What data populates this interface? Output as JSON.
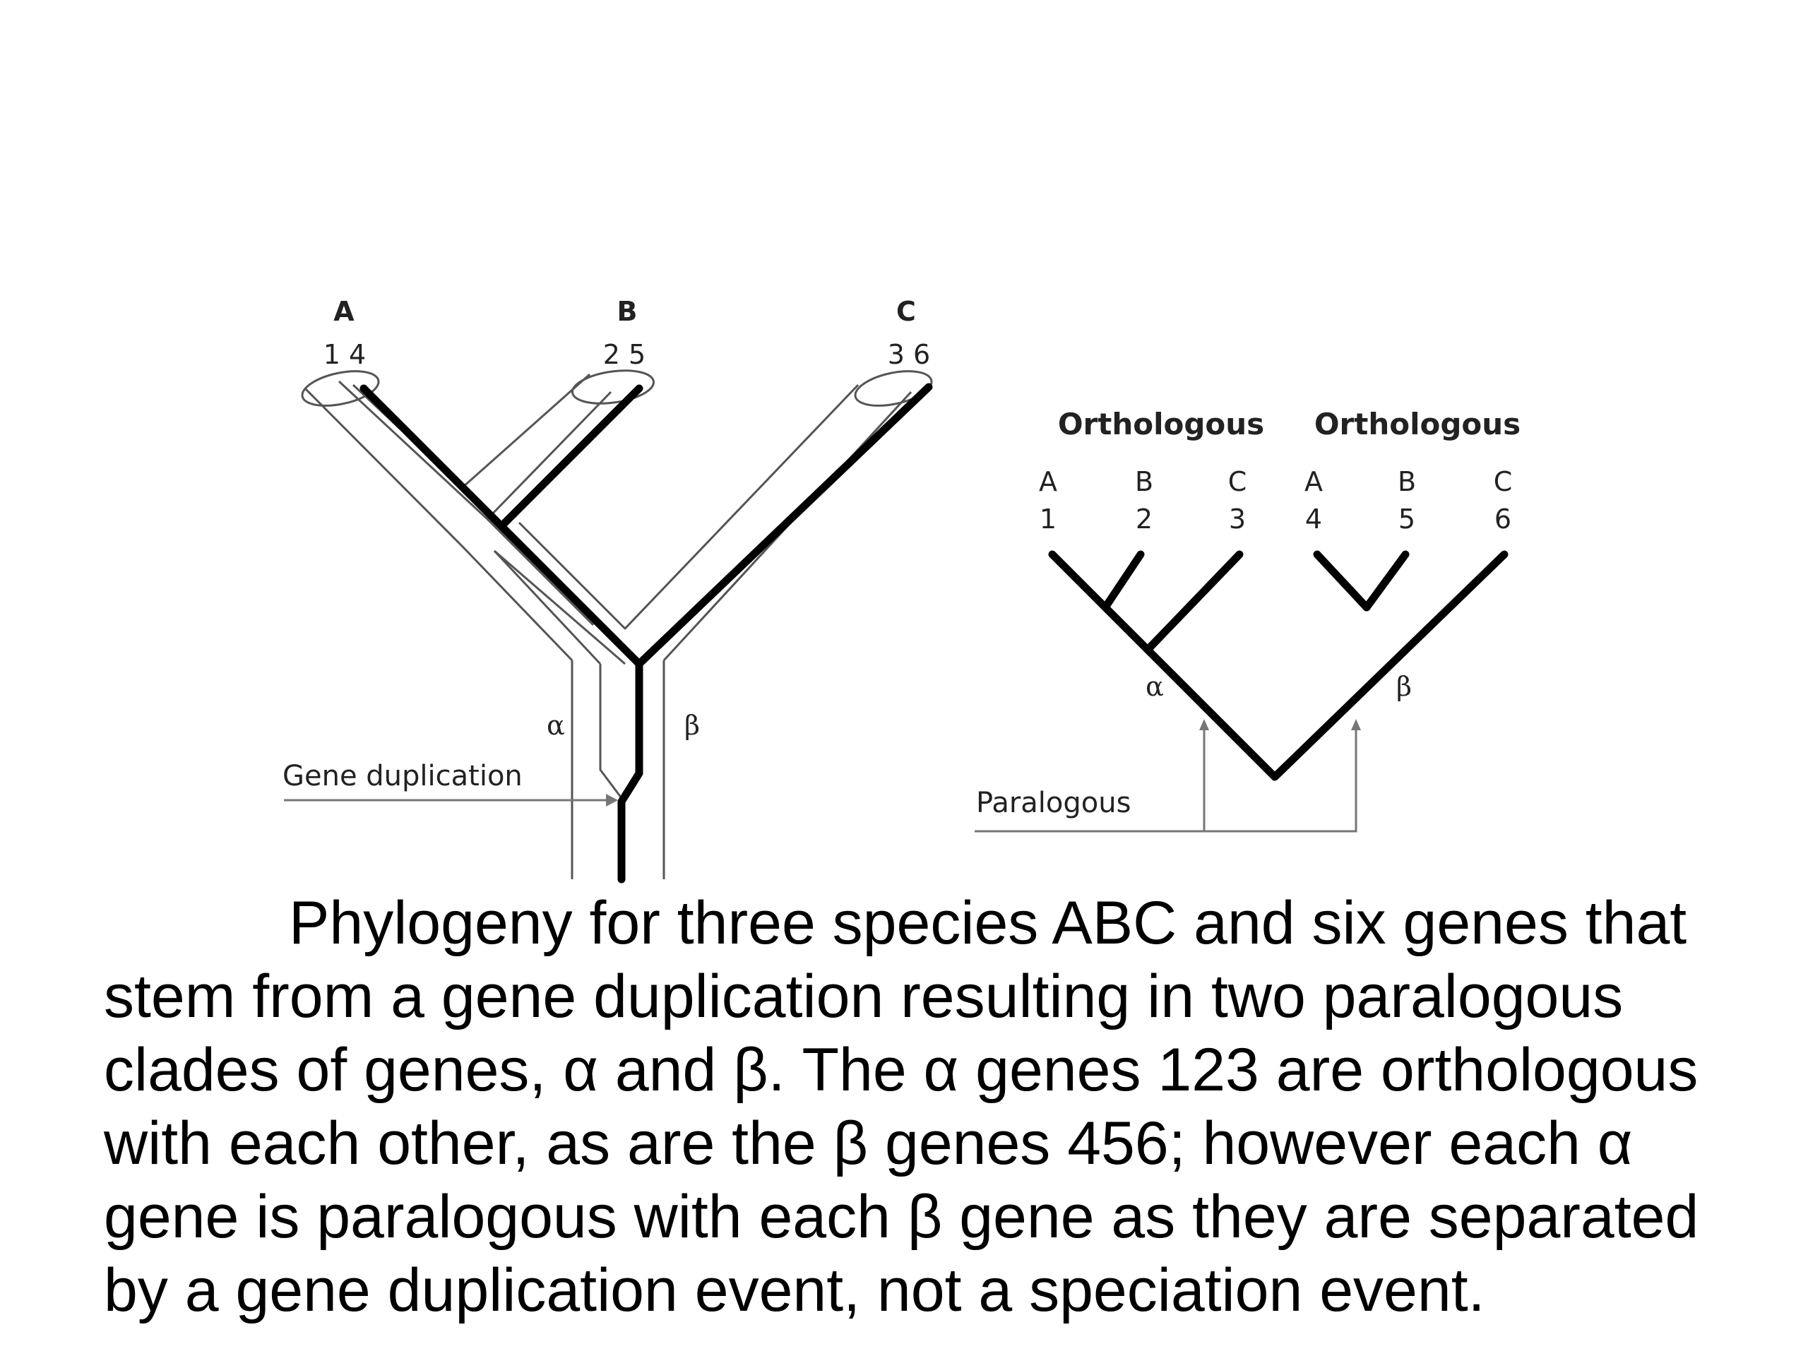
{
  "gene_tree": {
    "species_labels": [
      "A",
      "B",
      "C"
    ],
    "gene_labels": [
      "1 4",
      "2 5",
      "3 6"
    ],
    "alpha_label": "α",
    "beta_label": "β",
    "duplication_label": "Gene duplication"
  },
  "cladogram": {
    "headings": [
      "Orthologous",
      "Orthologous"
    ],
    "tips": [
      {
        "species": "A",
        "gene": "1"
      },
      {
        "species": "B",
        "gene": "2"
      },
      {
        "species": "C",
        "gene": "3"
      },
      {
        "species": "A",
        "gene": "4"
      },
      {
        "species": "B",
        "gene": "5"
      },
      {
        "species": "C",
        "gene": "6"
      }
    ],
    "alpha_label": "α",
    "beta_label": "β",
    "paralogous_label": "Paralogous"
  },
  "caption": "Phylogeny for three species ABC and six genes that stem from a gene duplication resulting in two paralogous clades of genes, α and β. The α genes 123 are orthologous with each other, as are the β genes 456; however each α gene is paralogous with each β gene as they are separated by a gene duplication event, not a speciation event."
}
